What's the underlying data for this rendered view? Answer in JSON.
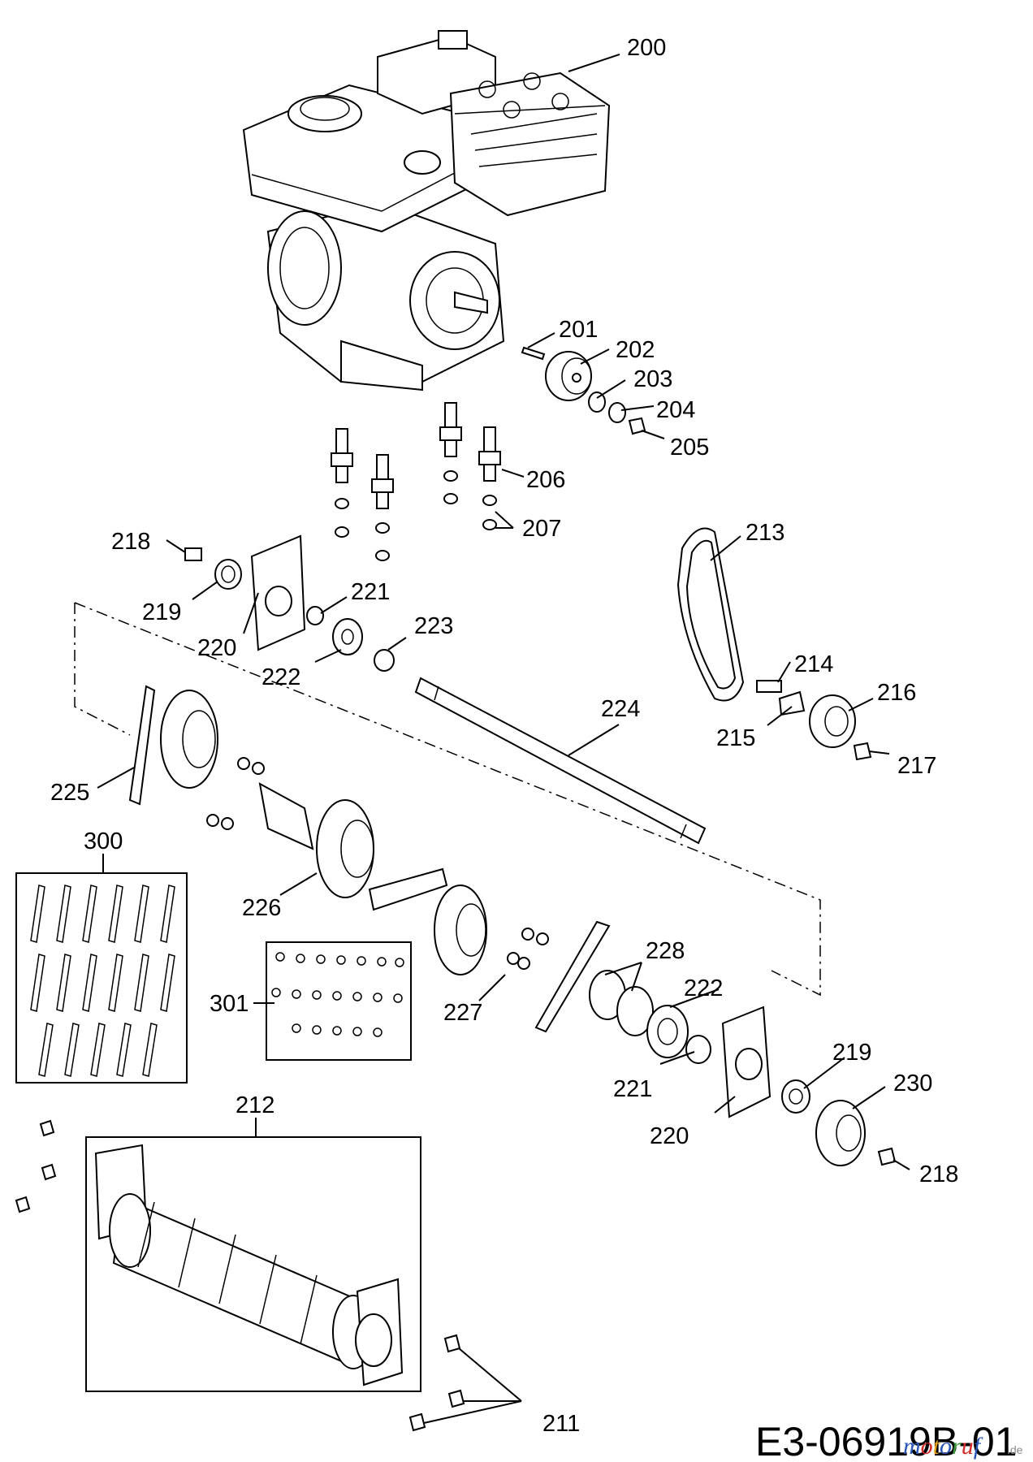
{
  "labels": {
    "p200": "200",
    "p201": "201",
    "p202": "202",
    "p203": "203",
    "p204": "204",
    "p205": "205",
    "p206": "206",
    "p207": "207",
    "p211": "211",
    "p212": "212",
    "p213": "213",
    "p214": "214",
    "p215": "215",
    "p216": "216",
    "p217": "217",
    "p218a": "218",
    "p218b": "218",
    "p219a": "219",
    "p219b": "219",
    "p220a": "220",
    "p220b": "220",
    "p221a": "221",
    "p221b": "221",
    "p222a": "222",
    "p222b": "222",
    "p223": "223",
    "p224": "224",
    "p225": "225",
    "p226": "226",
    "p227": "227",
    "p228": "228",
    "p230": "230",
    "p300": "300",
    "p301": "301"
  },
  "drawing_code": "E3-06919B-01",
  "watermark": {
    "letters": [
      "m",
      "o",
      "t",
      "o",
      "r",
      "u",
      "f"
    ],
    "letter_colors": [
      "#2a55b8",
      "#d62a2a",
      "#e8a317",
      "#2a55b8",
      "#3a9a3a",
      "#d62a2a",
      "#2a55b8"
    ],
    "suffix": ".de"
  }
}
